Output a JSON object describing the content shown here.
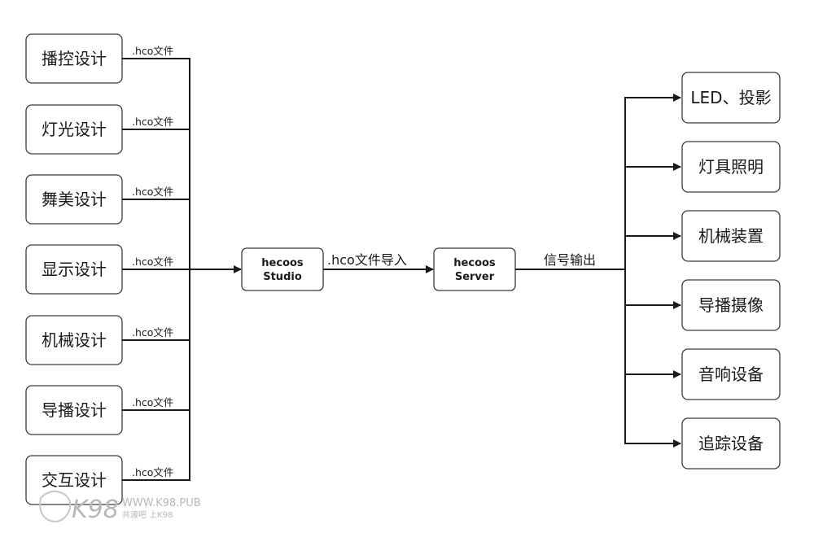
{
  "inputs": [
    "播控设计",
    "灯光设计",
    "舞美设计",
    "显示设计",
    "机械设计",
    "导播设计",
    "交互设计"
  ],
  "input_edge_label": ".hco文件",
  "studio": {
    "line1": "hecoos",
    "line2": "Studio"
  },
  "import_label": ".hco文件导入",
  "server": {
    "line1": "hecoos",
    "line2": "Server"
  },
  "output_label": "信号输出",
  "outputs": [
    "LED、投影",
    "灯具照明",
    "机械装置",
    "导播摄像",
    "音响设备",
    "追踪设备"
  ],
  "watermark": {
    "line1": "WWW.K98.PUB",
    "line2": "共渡吧 上K98"
  }
}
